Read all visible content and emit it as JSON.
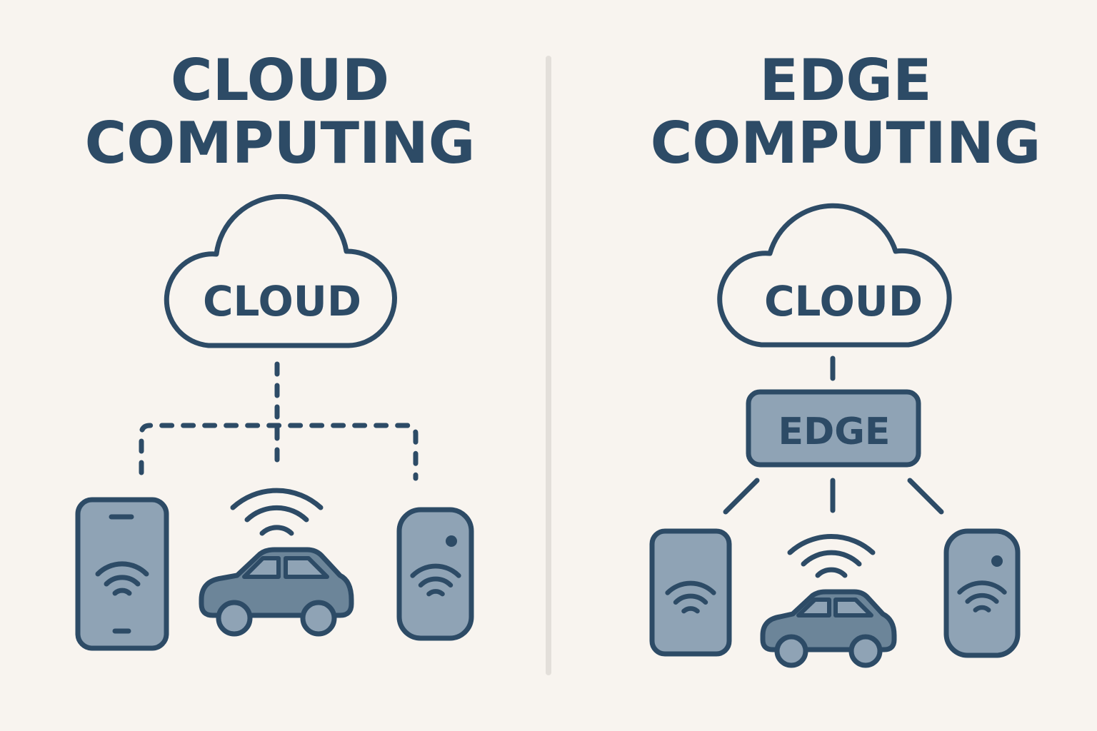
{
  "colors": {
    "background": "#f8f4ef",
    "ink": "#2d4b66",
    "device_fill": "#8fa3b5",
    "car_fill": "#6c8599",
    "divider": "#e3dfda"
  },
  "left_panel": {
    "title_line1": "CLOUD",
    "title_line2": "COMPUTING",
    "cloud_label": "CLOUD",
    "connection_style": "dashed",
    "devices": [
      "smartphone-icon",
      "connected-car-icon",
      "smart-speaker-icon"
    ]
  },
  "right_panel": {
    "title_line1": "EDGE",
    "title_line2": "COMPUTING",
    "cloud_label": "CLOUD",
    "edge_label": "EDGE",
    "connection_style": "solid",
    "devices": [
      "tablet-icon",
      "connected-car-icon",
      "smart-speaker-icon"
    ]
  }
}
